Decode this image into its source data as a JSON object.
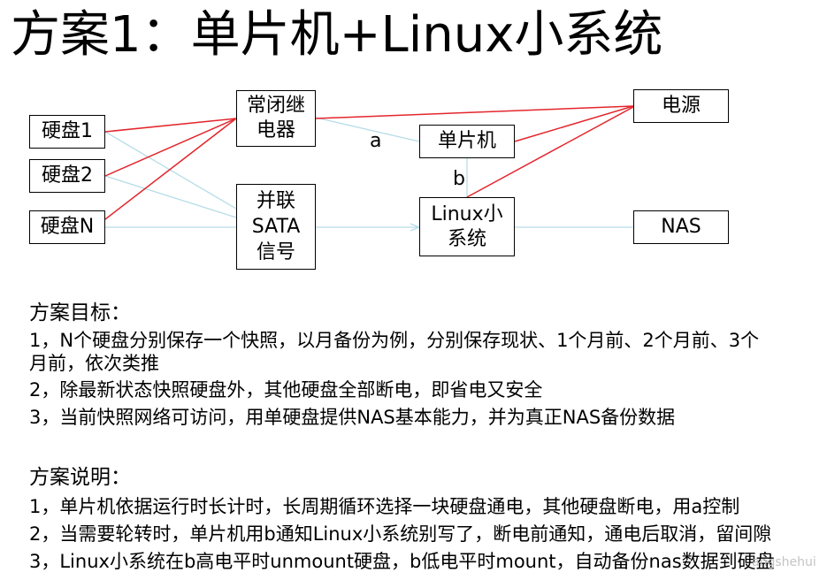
{
  "title": "方案1：单片机+Linux小系统",
  "diagram": {
    "nodes": {
      "disk_1": "硬盘1",
      "disk_2": "硬盘2",
      "disk_n": "硬盘N",
      "relay": [
        "常闭继",
        "电器"
      ],
      "sata": [
        "并联",
        "SATA",
        "信号"
      ],
      "mcu": "单片机",
      "linux": [
        "Linux小",
        "系统"
      ],
      "power": "电源",
      "nas": "NAS"
    },
    "edge_labels": {
      "a": "a",
      "b": "b"
    },
    "colors": {
      "power_line": "#e3262c",
      "signal_line": "#b6dce7",
      "box_border": "#000000",
      "text": "#000000"
    }
  },
  "goals": {
    "heading": "方案目标：",
    "items": [
      {
        "lines": [
          "1，N个硬盘分别保存一个快照，以月备份为例，分别保存现状、1个月前、2个月前、3个",
          "月前，依次类推"
        ]
      },
      {
        "lines": [
          "2，除最新状态快照硬盘外，其他硬盘全部断电，即省电又安全"
        ]
      },
      {
        "lines": [
          "3，当前快照网络可访问，用单硬盘提供NAS基本能力，并为真正NAS备份数据"
        ]
      }
    ]
  },
  "description": {
    "heading": "方案说明：",
    "items": [
      "1，单片机依据运行时长计时，长周期循环选择一块硬盘通电，其他硬盘断电，用a控制",
      "2，当需要轮转时，单片机用b通知Linux小系统别写了，断电前通知，通电后取消，留间隙",
      "3，Linux小系统在b高电平时unmount硬盘，b低电平时mount，自动备份nas数据到硬盘"
    ]
  },
  "watermark": "angshehui"
}
